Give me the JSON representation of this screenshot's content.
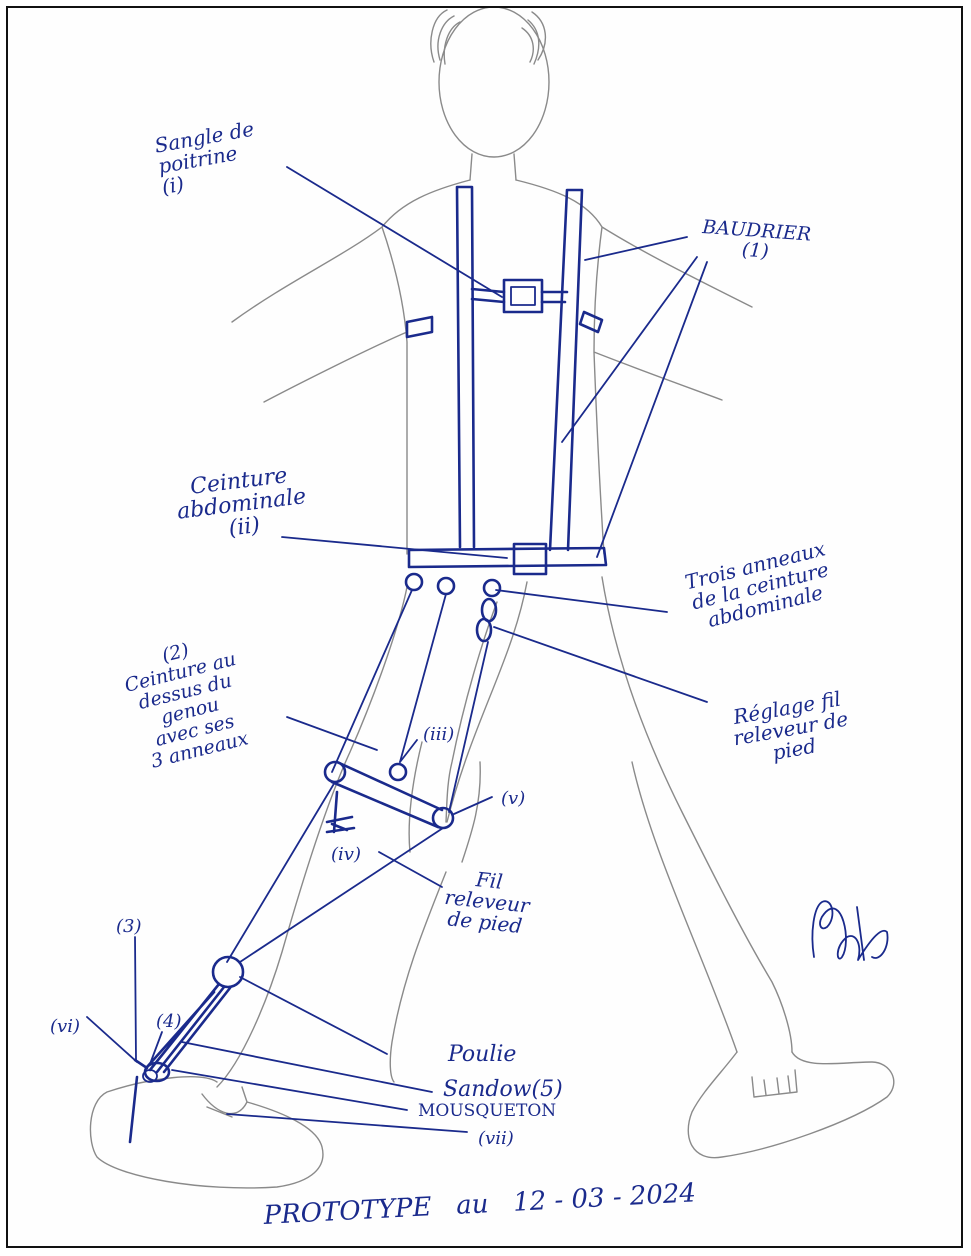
{
  "labels": {
    "sangle": "Sangle de\npoitrine\n(i)",
    "baudrier": "BAUDRIER\n(1)",
    "ceinture_abdo": "Ceinture\nabdominale\n(ii)",
    "trois_anneaux": "Trois anneaux\nde la ceinture\nabdominale",
    "reglage": "Réglage fil\nreleveur de\npied",
    "ceinture_genou": "(2)\nCeinture au\ndessus du\ngenou\navec ses\n3 anneaux",
    "iii": "(iii)",
    "iv": "(iv)",
    "v": "(v)",
    "fil": "Fil\nreleveur\nde pied",
    "three": "(3)",
    "four": "(4)",
    "vi": "(vi)",
    "poulie": "Poulie",
    "sandow": "Sandow(5)",
    "mousqueton": "MOUSQUETON",
    "vii": "(vii)",
    "footer": "PROTOTYPE   au   12 - 03 - 2024"
  },
  "colors": {
    "ink": "#1a2a8c",
    "pencil": "#8a8a8a"
  }
}
